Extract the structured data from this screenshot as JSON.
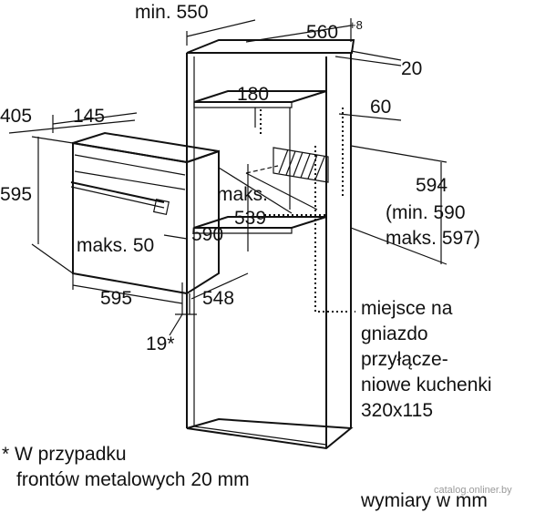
{
  "dimensions": {
    "min_width": "min. 550",
    "cabinet_width": "560",
    "cabinet_width_tol": "+8",
    "rear_gap": "20",
    "oven_depth": "405",
    "door_depth": "145",
    "oven_height": "595",
    "shelf_gap": "180",
    "rear_clear": "60",
    "maks_label": "maks.",
    "niche_depth": "539",
    "niche_height": "594",
    "niche_min": "(min. 590",
    "niche_max": "maks. 597)",
    "front_panel": "maks. 50",
    "inner_height": "590",
    "oven_width": "595",
    "inner_depth": "548",
    "front_thickness": "19*"
  },
  "socket_note": {
    "line1": "miejsce na",
    "line2": "gniazdo",
    "line3": "przyłącze-",
    "line4": "niowe kuchenki",
    "line5": "320x115"
  },
  "footnote": {
    "line1": "* W przypadku",
    "line2": "frontów metalowych 20 mm"
  },
  "units_note": "wymiary w mm",
  "watermark": "catalog.onliner.by"
}
